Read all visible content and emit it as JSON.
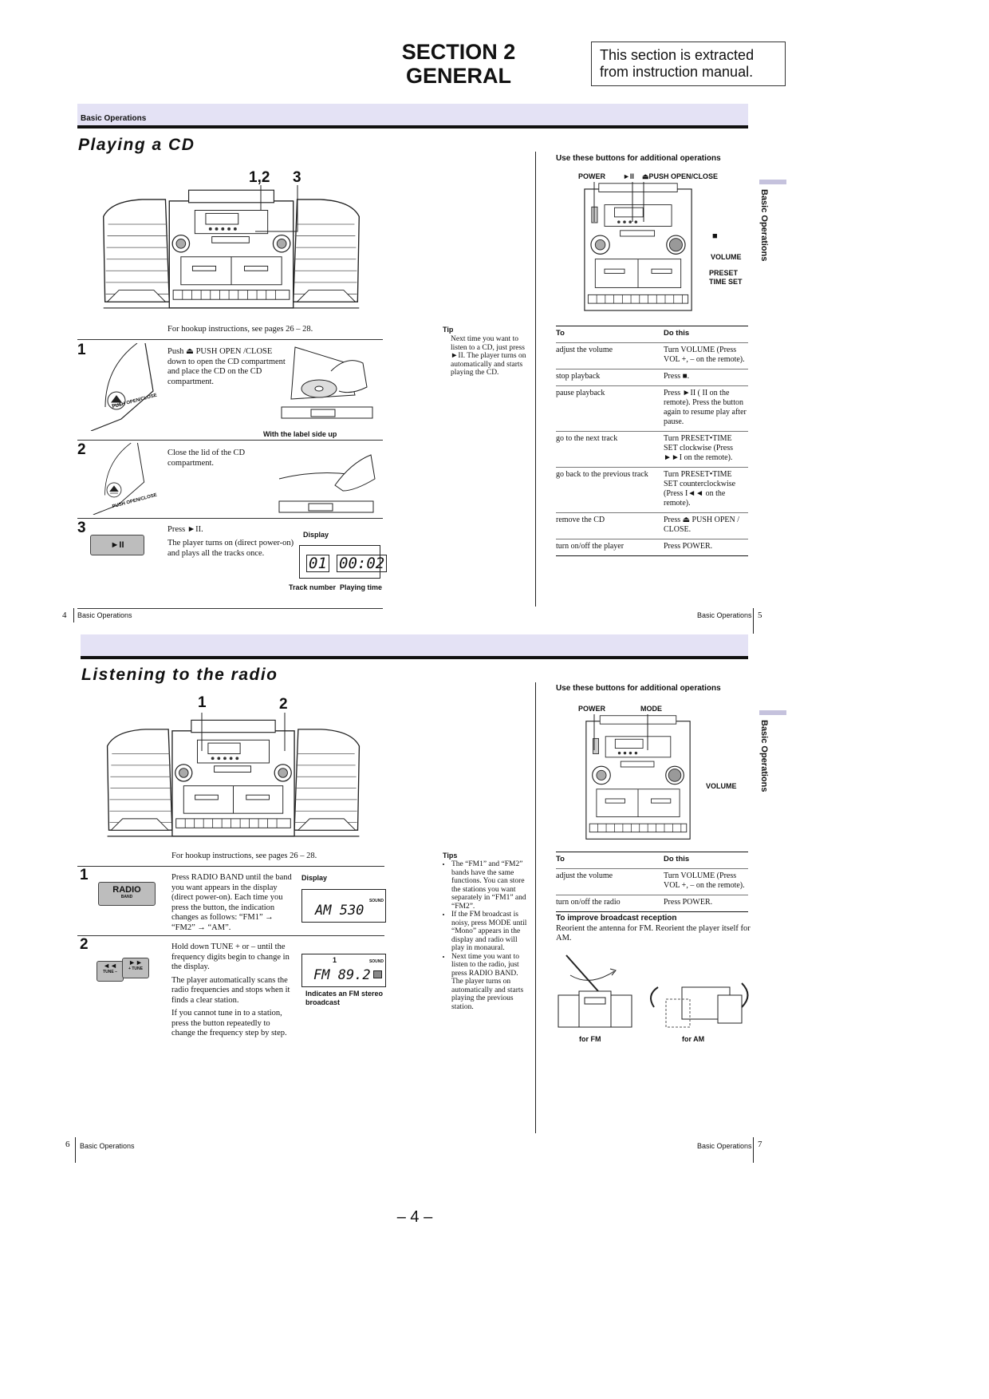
{
  "header": {
    "section_title": "SECTION 2",
    "section_subtitle": "GENERAL",
    "note": "This section is extracted from instruction manual."
  },
  "top": {
    "band_label": "Basic Operations",
    "heading": "Playing a CD",
    "callouts": [
      "1,2",
      "3"
    ],
    "hookup": "For hookup instructions, see pages 26 – 28.",
    "steps": [
      {
        "num": "1",
        "text": "Push ⏏ PUSH OPEN /CLOSE down to open the CD compartment and place the CD on the CD compartment.",
        "button_label": "PUSH OPEN/CLOSE",
        "caption": "With the label side up"
      },
      {
        "num": "2",
        "text": "Close the lid of the CD compartment.",
        "button_label": "PUSH OPEN/CLOSE"
      },
      {
        "num": "3",
        "text": "Press ►II.",
        "text2": "The player turns on (direct power-on) and plays all the tracks once.",
        "button_label": "►II",
        "display_label": "Display",
        "display_track": "01",
        "display_time": "00:02",
        "track_label": "Track number",
        "time_label": "Playing time"
      }
    ],
    "tip": {
      "label": "Tip",
      "text": "Next time you want to listen to a CD, just press ►II. The player turns on automatically and starts playing the CD."
    },
    "additional": {
      "heading": "Use these buttons for additional operations",
      "labels": {
        "power": "POWER",
        "play": "►II",
        "open": "⏏PUSH OPEN/CLOSE",
        "stop": "■",
        "volume": "VOLUME",
        "preset": "PRESET",
        "timeset": "TIME SET"
      },
      "table": {
        "col1": "To",
        "col2": "Do this",
        "rows": [
          [
            "adjust the volume",
            "Turn VOLUME (Press VOL +, – on the remote)."
          ],
          [
            "stop playback",
            "Press ■."
          ],
          [
            "pause playback",
            "Press ►II ( II on the remote). Press the button again to resume play after pause."
          ],
          [
            "go to the next track",
            "Turn PRESET•TIME SET clockwise (Press ►►I on the remote)."
          ],
          [
            "go back to the previous track",
            "Turn PRESET•TIME SET counterclockwise (Press I◄◄ on the remote)."
          ],
          [
            "remove the CD",
            "Press ⏏ PUSH OPEN / CLOSE."
          ],
          [
            "turn on/off the player",
            "Press POWER."
          ]
        ]
      }
    },
    "side_label": "Basic Operations",
    "footer_left_num": "4",
    "footer_left_text": "Basic Operations",
    "footer_right_text": "Basic Operations",
    "footer_right_num": "5"
  },
  "bottom": {
    "heading": "Listening to the radio",
    "callouts": [
      "1",
      "2"
    ],
    "hookup": "For hookup instructions, see pages 26 – 28.",
    "steps": [
      {
        "num": "1",
        "text": "Press RADIO BAND until the band you want appears in the display (direct power-on). Each time you press the button, the indication changes as follows: “FM1” → “FM2” → “AM”.",
        "button_label": "RADIO",
        "button_sub": "BAND",
        "display_label": "Display",
        "display_value": "AM 530",
        "sound": "SOUND"
      },
      {
        "num": "2",
        "text": "Hold down TUNE + or – until the frequency digits begin to change in the display.",
        "text2": "The player automatically scans the radio frequencies and stops when it finds a clear station.",
        "text3": "If you cannot tune in to a station, press the button repeatedly to change the frequency step by step.",
        "tune_minus": "TUNE –",
        "tune_plus": "+ TUNE",
        "display_preset": "1",
        "display_value": "FM 89.2",
        "sound": "SOUND",
        "stereo_caption": "Indicates an FM stereo broadcast"
      }
    ],
    "tips": {
      "label": "Tips",
      "items": [
        "The “FM1” and “FM2” bands have the same functions. You can store the stations you want separately in “FM1” and “FM2”.",
        "If the FM broadcast is noisy, press MODE until “Mono” appears in the display and radio will play in monaural.",
        "Next time you want to listen to the radio, just press RADIO BAND. The player turns on automatically and starts playing the previous station."
      ]
    },
    "additional": {
      "heading": "Use these buttons for additional operations",
      "labels": {
        "power": "POWER",
        "mode": "MODE",
        "volume": "VOLUME"
      },
      "table": {
        "col1": "To",
        "col2": "Do this",
        "rows": [
          [
            "adjust the volume",
            "Turn VOLUME (Press VOL +, – on the remote)."
          ],
          [
            "turn on/off the radio",
            "Press POWER."
          ]
        ]
      },
      "improve_heading": "To improve broadcast reception",
      "improve_text": "Reorient the antenna for FM. Reorient the player itself for AM.",
      "for_fm": "for FM",
      "for_am": "for AM"
    },
    "side_label": "Basic Operations",
    "footer_left_num": "6",
    "footer_left_text": "Basic Operations",
    "footer_right_text": "Basic Operations",
    "footer_right_num": "7"
  },
  "page_number": "– 4 –"
}
